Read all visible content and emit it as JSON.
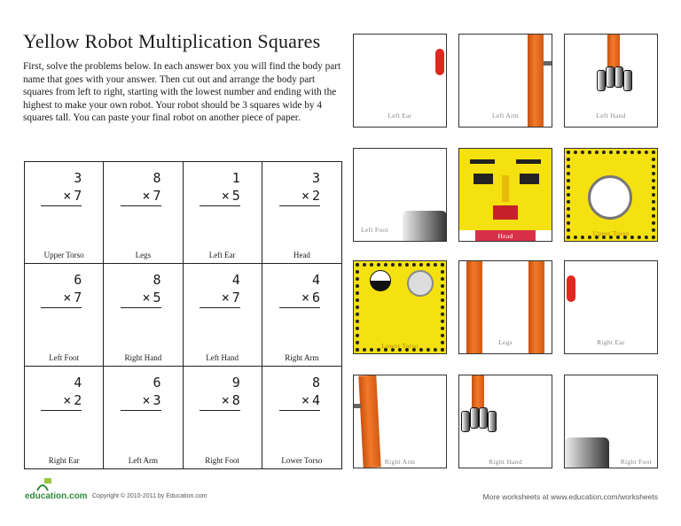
{
  "title": "Yellow Robot Multiplication Squares",
  "instructions": "First, solve the problems below. In each answer box you will find the body part name that goes with your answer. Then cut out and arrange the body part squares from left to right, starting with the lowest number and ending with the highest to make your own robot. Your robot should be 3 squares wide by 4 squares tall. You can paste your final robot on another piece of paper.",
  "problems": [
    {
      "top": "3",
      "bottom": "7",
      "label": "Upper Torso"
    },
    {
      "top": "8",
      "bottom": "7",
      "label": "Legs"
    },
    {
      "top": "1",
      "bottom": "5",
      "label": "Left Ear"
    },
    {
      "top": "3",
      "bottom": "2",
      "label": "Head"
    },
    {
      "top": "6",
      "bottom": "7",
      "label": "Left Foot"
    },
    {
      "top": "8",
      "bottom": "5",
      "label": "Right Hand"
    },
    {
      "top": "4",
      "bottom": "7",
      "label": "Left Hand"
    },
    {
      "top": "4",
      "bottom": "6",
      "label": "Right Arm"
    },
    {
      "top": "4",
      "bottom": "2",
      "label": "Right Ear"
    },
    {
      "top": "6",
      "bottom": "3",
      "label": "Left Arm"
    },
    {
      "top": "9",
      "bottom": "8",
      "label": "Right Foot"
    },
    {
      "top": "8",
      "bottom": "4",
      "label": "Lower Torso"
    }
  ],
  "multiply_symbol": "×",
  "tiles": {
    "left_ear": "Left Ear",
    "left_arm": "Left Arm",
    "left_hand": "Left Hand",
    "left_foot": "Left Foot",
    "head": "Head",
    "upper_torso": "Upper Torso",
    "lower_torso": "Lower Torso",
    "legs": "Legs",
    "right_ear": "Right Ear",
    "right_arm": "Right Arm",
    "right_hand": "Right Hand",
    "right_foot": "Right Foot"
  },
  "footer": {
    "logo": "education.com",
    "copyright": "Copyright © 2010-2011 by Education.com",
    "more": "More worksheets at www.education.com/worksheets"
  },
  "colors": {
    "robot_yellow": "#f4e10f",
    "arm_orange": "#f07a2a",
    "ear_red": "#e0281f",
    "logo_green": "#2e8b3a"
  }
}
